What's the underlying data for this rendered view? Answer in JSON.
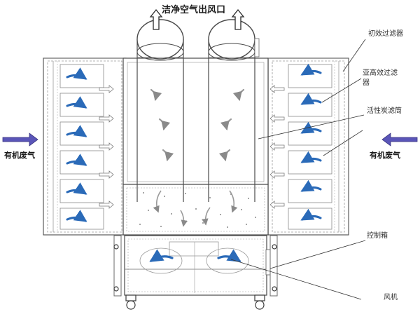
{
  "labels": {
    "outlet": "洁净空气出风口",
    "inlet_left": "有机废气",
    "inlet_right": "有机废气",
    "primary_filter": "初效过滤器",
    "sub_high_filter_line1": "亚高效过滤",
    "sub_high_filter_line2": "器",
    "carbon_filter": "活性炭滤筒",
    "control_box": "控制箱",
    "fan": "风机"
  },
  "colors": {
    "line": "#4a4a4a",
    "frame": "#6b6b6b",
    "inlet_arrow": "#5a55b8",
    "flow_arrow": "#2a6ab8",
    "gray_arrow": "#9a9a9a",
    "dot": "#8a8a8a"
  },
  "icons": {
    "outlet_arrows": "up-arrow-icon",
    "inlet_arrows": "right-left-arrow-icon",
    "flow_arrows": "curved-flow-arrow-icon",
    "wheels": "caster-wheel-icon"
  }
}
